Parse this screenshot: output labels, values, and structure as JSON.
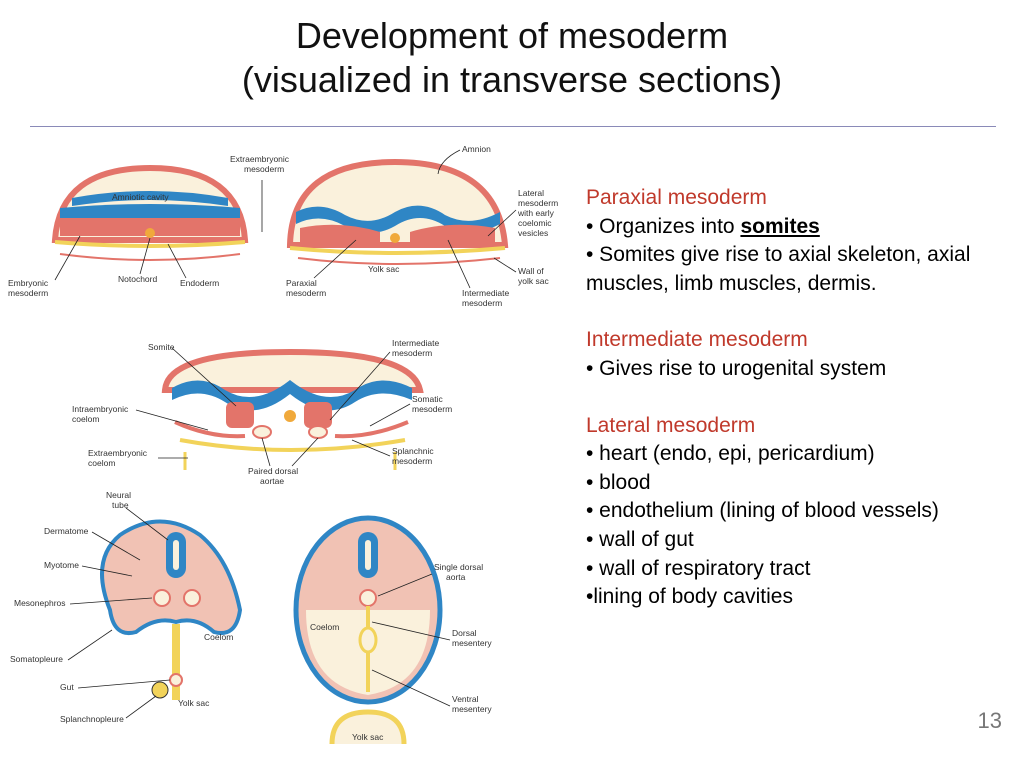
{
  "slide": {
    "title_line1": "Development of mesoderm",
    "title_line2": "(visualized in transverse sections)",
    "number": "13"
  },
  "figure": {
    "labels": {
      "amniotic_cavity": "Amniotic cavity",
      "extraembryonic_mesoderm_1": "Extraembryonic",
      "extraembryonic_mesoderm_2": "mesoderm",
      "amnion": "Amnion",
      "lateral_mesoderm_1": "Lateral",
      "lateral_mesoderm_2": "mesoderm",
      "lateral_mesoderm_3": "with early",
      "lateral_mesoderm_4": "coelomic",
      "lateral_mesoderm_5": "vesicles",
      "wall_yolk_sac_1": "Wall of",
      "wall_yolk_sac_2": "yolk sac",
      "embryonic_mesoderm_1": "Embryonic",
      "embryonic_mesoderm_2": "mesoderm",
      "notochord": "Notochord",
      "endoderm": "Endoderm",
      "yolk_sac_top": "Yolk sac",
      "paraxial_mesoderm_1": "Paraxial",
      "paraxial_mesoderm_2": "mesoderm",
      "intermediate_mesoderm_right_1": "Intermediate",
      "intermediate_mesoderm_right_2": "mesoderm",
      "somite": "Somite",
      "intermediate_mesoderm_mid_1": "Intermediate",
      "intermediate_mesoderm_mid_2": "mesoderm",
      "intraembryonic_coelom_1": "Intraembryonic",
      "intraembryonic_coelom_2": "coelom",
      "somatic_mesoderm_1": "Somatic",
      "somatic_mesoderm_2": "mesoderm",
      "extraembryonic_coelom_1": "Extraembryonic",
      "extraembryonic_coelom_2": "coelom",
      "splanchnic_mesoderm_1": "Splanchnic",
      "splanchnic_mesoderm_2": "mesoderm",
      "paired_dorsal_aortae_1": "Paired dorsal",
      "paired_dorsal_aortae_2": "aortae",
      "neural_tube_1": "Neural",
      "neural_tube_2": "tube",
      "dermatome": "Dermatome",
      "myotome": "Myotome",
      "mesonephros": "Mesonephros",
      "coelom_left": "Coelom",
      "somatopleure": "Somatopleure",
      "gut": "Gut",
      "yolk_sac_bottom": "Yolk sac",
      "splanchnopleure": "Splanchnopleure",
      "single_dorsal_aorta_1": "Single dorsal",
      "single_dorsal_aorta_2": "aorta",
      "coelom_right": "Coelom",
      "dorsal_mesentery_1": "Dorsal",
      "dorsal_mesentery_2": "mesentery",
      "ventral_mesentery_1": "Ventral",
      "ventral_mesentery_2": "mesentery",
      "yolk_sac_small": "Yolk sac"
    },
    "colors": {
      "ectoderm": "#2f86c5",
      "mesoderm": "#e3746a",
      "mesoderm_light": "#f1c2b4",
      "endoderm": "#f2d35a",
      "cavity": "#faf1dc",
      "notochord": "#f0a93b"
    }
  },
  "paraxial": {
    "heading": "Paraxial mesoderm",
    "b1_pre": "• Organizes into ",
    "b1_emph": "somites",
    "b2": "•  Somites give rise to axial skeleton, axial muscles, limb muscles, dermis."
  },
  "intermediate": {
    "heading": "Intermediate mesoderm",
    "b1": "• Gives rise to urogenital system"
  },
  "lateral": {
    "heading": "Lateral mesoderm",
    "items": [
      "• heart (endo, epi, pericardium)",
      "• blood",
      "• endothelium (lining of blood vessels)",
      "• wall of gut",
      "• wall of respiratory tract",
      "•lining of body cavities"
    ]
  }
}
